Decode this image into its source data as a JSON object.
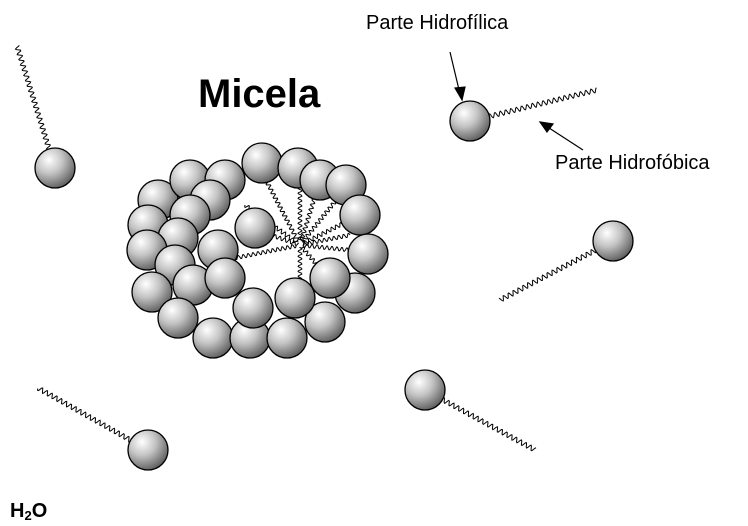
{
  "title": "Micela",
  "labels": {
    "hydrophilic": "Parte Hidrofílica",
    "hydrophobic": "Parte Hidrofóbica"
  },
  "solvent": {
    "symbol": "H",
    "subscript": "2",
    "suffix": "O"
  },
  "colors": {
    "sphere_light": "#ffffff",
    "sphere_mid": "#b8b8b8",
    "sphere_dark": "#5a5a5a",
    "outline": "#000000"
  }
}
